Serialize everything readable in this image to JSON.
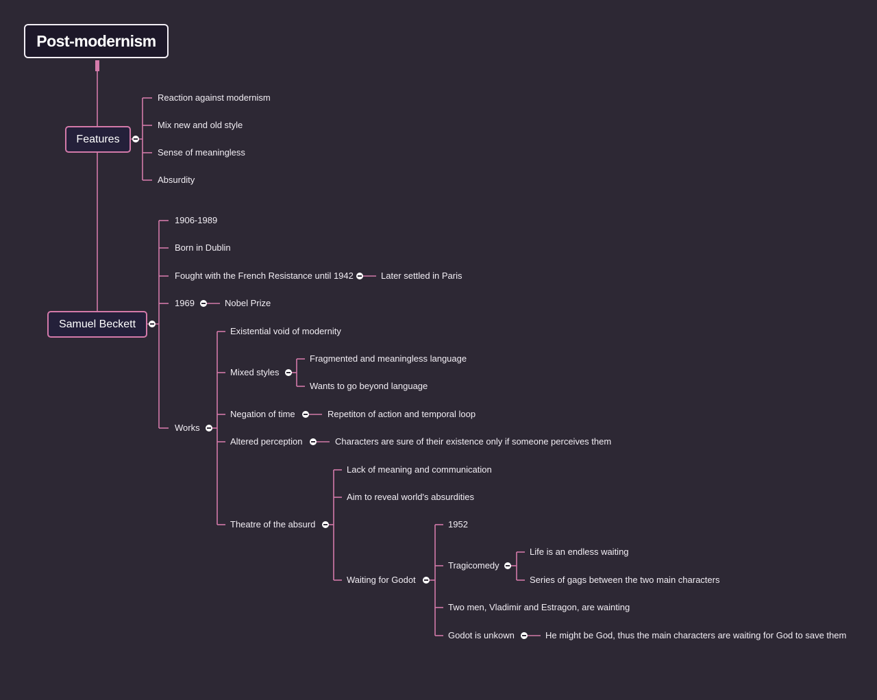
{
  "root": "Post-modernism",
  "features": {
    "label": "Features",
    "items": [
      "Reaction against modernism",
      "Mix new and old style",
      "Sense of meaningless",
      "Absurdity"
    ]
  },
  "beckett": {
    "label": "Samuel Beckett",
    "dates": "1906-1989",
    "born": "Born in Dublin",
    "fought": "Fought with the French Resistance until 1942",
    "paris": "Later settled in Paris",
    "year1969": "1969",
    "nobel": "Nobel Prize",
    "works": {
      "label": "Works",
      "void": "Existential void of modernity",
      "mixed": "Mixed styles",
      "fragmented": "Fragmented and meaningless language",
      "beyond": "Wants to go beyond language",
      "negation": "Negation of time",
      "repetition": "Repetiton of action and temporal loop",
      "altered": "Altered perception",
      "characters": "Characters are sure of their existence only if someone perceives them",
      "theatre": {
        "label": "Theatre of the absurd",
        "lack": "Lack of meaning and communication",
        "aim": "Aim to reveal world's absurdities",
        "godot": {
          "label": "Waiting for Godot",
          "year": "1952",
          "tragicomedy": "Tragicomedy",
          "endless": "Life is an endless waiting",
          "gags": "Series of gags between the two main characters",
          "two_men": "Two men, Vladimir and Estragon, are wainting",
          "unknown": "Godot is unkown",
          "god": "He might be God, thus the main characters are waiting for God to save them"
        }
      }
    }
  },
  "colors": {
    "background": "#2d2834",
    "line": "#d47aaa",
    "text": "#f2eef4"
  }
}
